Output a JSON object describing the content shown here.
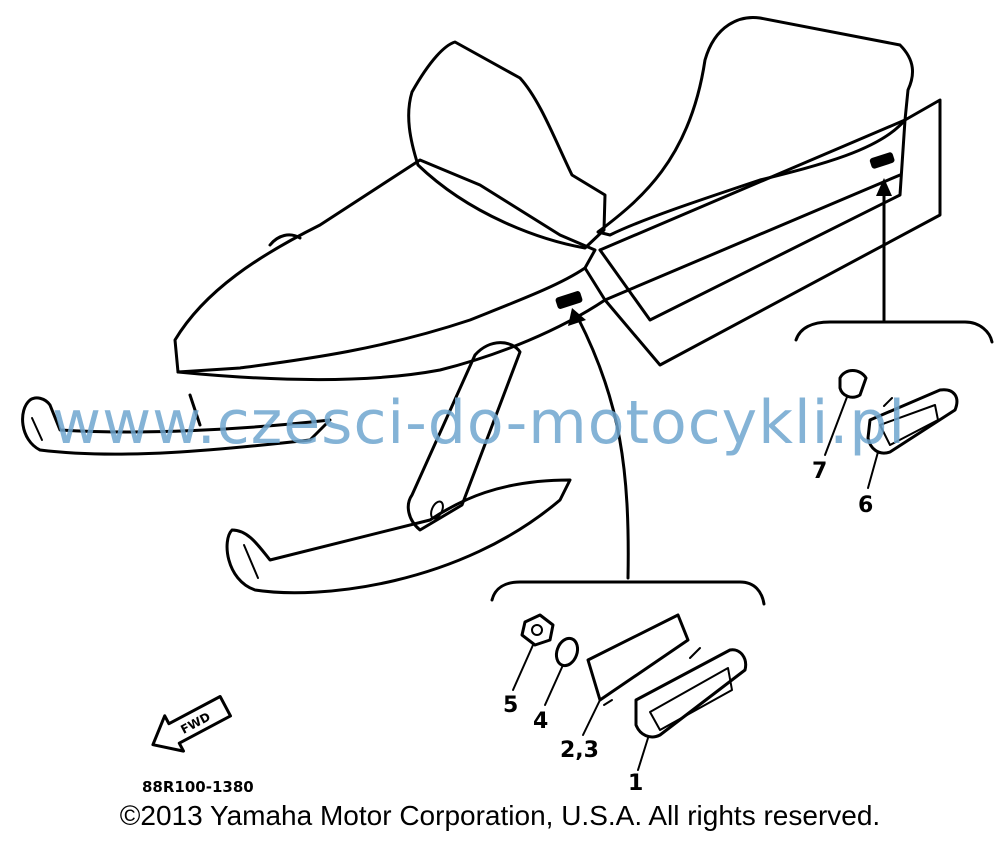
{
  "diagram": {
    "callouts": {
      "p1": "1",
      "p23": "2,3",
      "p4": "4",
      "p5": "5",
      "p6": "6",
      "p7": "7"
    },
    "fwd_label": "FWD",
    "part_code": "88R100-1380",
    "copyright": "©2013 Yamaha Motor Corporation, U.S.A. All rights reserved.",
    "watermark": "www.czesci-do-motocykli.pl",
    "colors": {
      "line": "#000000",
      "background": "#ffffff",
      "watermark": "#6fa6cf"
    }
  }
}
